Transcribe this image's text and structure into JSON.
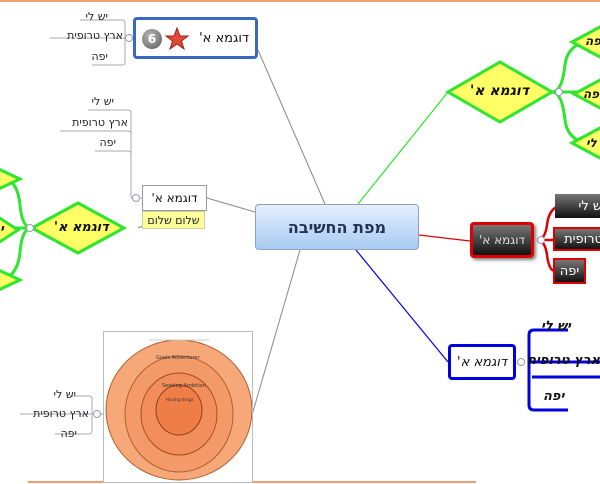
{
  "central": {
    "label": "מפת החשיבה"
  },
  "node_tl": {
    "label": "דוגמא א'",
    "badge_number": "6"
  },
  "node_tl_leaves": [
    "יש לי",
    "ארץ טרופית",
    "יפה"
  ],
  "node_ml": {
    "label": "דוגמא א'",
    "note": "שלום שלום"
  },
  "node_ml_leaves": [
    "יש לי",
    "ארץ טרופית",
    "יפה"
  ],
  "node_fl": {
    "label": "דוגמא א'",
    "partial_label": "י"
  },
  "node_bl_leaves": [
    "יש לי",
    "ארץ טרופית",
    "יפה"
  ],
  "node_tr": {
    "label": "דוגמא א'",
    "partial_labels": [
      "פה",
      "פה",
      "לי"
    ]
  },
  "node_mr": {
    "label": "דוגמא א'"
  },
  "node_mr_leaves": [
    "יש לי",
    "טרופית",
    "יפה"
  ],
  "node_br": {
    "label": "דוגמא א'"
  },
  "node_br_leaves": [
    "יש לי",
    "ארץ טרופית",
    "יפה"
  ],
  "image_labels": [
    "Goals Adventurer",
    "Seeking Ambition",
    "Having things"
  ],
  "colors": {
    "green": "#2ee62e",
    "red": "#e00000",
    "blue": "#0000e0",
    "diamond_fill": "#ffff66",
    "central_border": "#8aa4c2",
    "gray_line": "#888888",
    "orange_line": "#f0a070"
  },
  "icons": [
    "number-six-icon",
    "star-icon",
    "expand-collapse-icon"
  ]
}
